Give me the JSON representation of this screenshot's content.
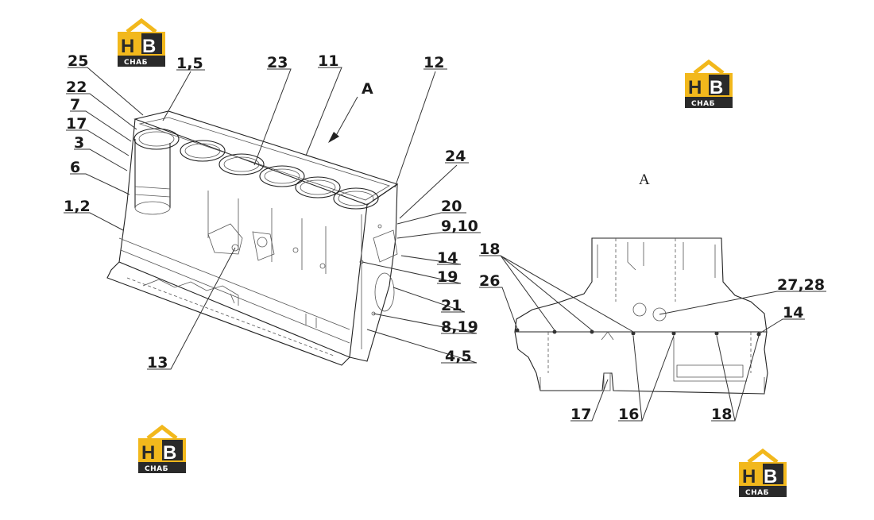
{
  "view_label": "A",
  "view_marker": "A",
  "logo": {
    "letters": "HB",
    "caption": "СНАБ",
    "color": "#f2b81c",
    "dark": "#2a2a2a"
  },
  "callouts_left": {
    "c25": "25",
    "c1_5": "1,5",
    "c23": "23",
    "c11": "11",
    "c12": "12",
    "c22": "22",
    "c7": "7",
    "c17": "17",
    "c3": "3",
    "c6": "6",
    "c1_2": "1,2",
    "c24": "24",
    "c20": "20",
    "c9_10": "9,10",
    "c14": "14",
    "c19": "19",
    "c21": "21",
    "c8_19": "8,19",
    "c4_5": "4,5",
    "c13": "13"
  },
  "callouts_right": {
    "c18a": "18",
    "c26": "26",
    "c27_28": "27,28",
    "c14": "14",
    "c17": "17",
    "c16": "16",
    "c18b": "18"
  }
}
